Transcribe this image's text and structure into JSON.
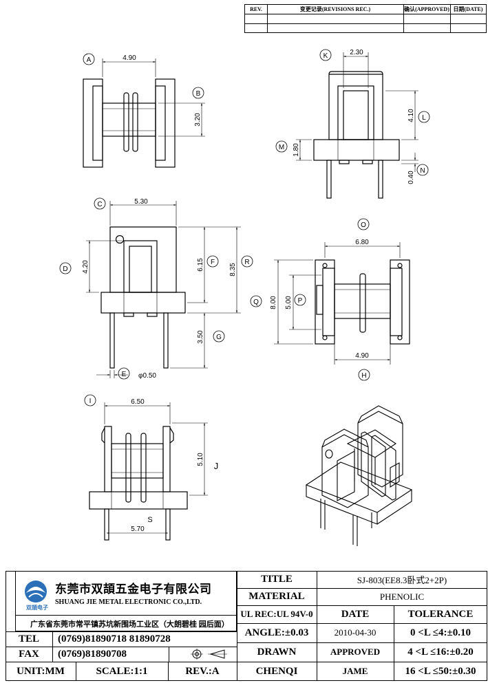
{
  "revision_table": {
    "headers": [
      "REV.",
      "变更记录(REVISIONS REC.)",
      "确认(APPROVED)",
      "日期(DATE)"
    ]
  },
  "views": {
    "A": {
      "label": "A",
      "dim": "4.90"
    },
    "B": {
      "label": "B",
      "dim": "3.20"
    },
    "K": {
      "label": "K",
      "dim": "2.30"
    },
    "L": {
      "label": "L",
      "dim": "4.10"
    },
    "M": {
      "label": "M",
      "dim": "1.80"
    },
    "N": {
      "label": "N",
      "dim": "0.40"
    },
    "C": {
      "label": "C",
      "dim": "5.30"
    },
    "D": {
      "label": "D",
      "dim": "4.20"
    },
    "F": {
      "label": "F",
      "dim": "6.15"
    },
    "R": {
      "label": "R",
      "dim": "8.35"
    },
    "G": {
      "label": "G",
      "dim": "3.50"
    },
    "E": {
      "label": "E",
      "dim": "φ0.50"
    },
    "O": {
      "label": "O",
      "dim": "6.80"
    },
    "Q": {
      "label": "Q",
      "dim": "8.00"
    },
    "P": {
      "label": "P",
      "dim": "5.00"
    },
    "H": {
      "label": "H",
      "dim": "4.90"
    },
    "I": {
      "label": "I",
      "dim": "6.50"
    },
    "J": {
      "label": "J",
      "dim": "5.10"
    },
    "S": {
      "label": "S",
      "dim": "5.70"
    }
  },
  "company": {
    "name_cn": "东莞市双頡五金电子有限公司",
    "name_en": "SHUANG JIE METAL ELECTRONIC CO.,LTD.",
    "logo_text": "双頡电子",
    "address": "广东省东莞市常平镇苏坑新围场工业区（大朗碧桂 园后面）"
  },
  "contact": {
    "tel_label": "TEL",
    "tel_value": "(0769)81890718 81890728",
    "fax_label": "FAX",
    "fax_value": "(0769)81890708"
  },
  "footer": {
    "unit": "UNIT:MM",
    "scale": "SCALE:1:1",
    "rev": "REV.:A"
  },
  "spec": {
    "title_label": "TITLE",
    "title_value": "SJ-803(EE8.3卧式2+2P)",
    "material_label": "MATERIAL",
    "material_value": "PHENOLIC",
    "ul_rec": "UL REC:UL 94V-0",
    "date_label": "DATE",
    "tolerance_label": "TOLERANCE",
    "angle": "ANGLE:±0.03",
    "date_value": "2010-04-30",
    "tol_1": "0 <L ≤4:±0.10",
    "drawn_label": "DRAWN",
    "drawn_value": "APPROVED",
    "tol_2": "4 <L ≤16:±0.20",
    "checked_label": "CHENQI",
    "checked_value": "JAME",
    "tol_3": "16 <L ≤50:±0.30"
  }
}
